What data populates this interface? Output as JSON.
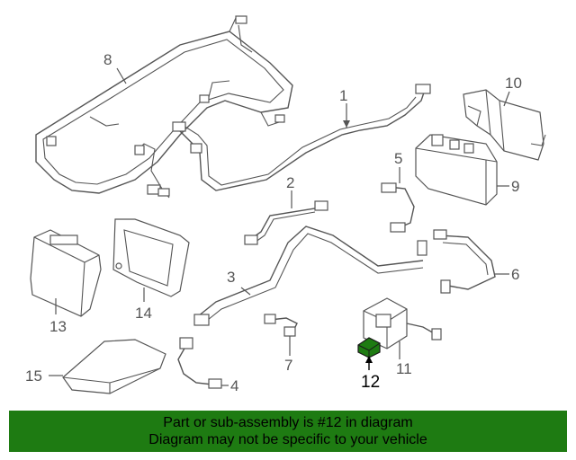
{
  "callouts": {
    "c1": "1",
    "c2": "2",
    "c3": "3",
    "c4": "4",
    "c5": "5",
    "c6": "6",
    "c7": "7",
    "c8": "8",
    "c9": "9",
    "c10": "10",
    "c11": "11",
    "c12": "12",
    "c13": "13",
    "c14": "14",
    "c15": "15"
  },
  "highlight": {
    "part": "12",
    "color": "#1e7b12"
  },
  "banner": {
    "line1": "Part or sub-assembly is #12 in diagram",
    "line2": "Diagram may not be specific to your vehicle",
    "background": "#1e7b12"
  }
}
